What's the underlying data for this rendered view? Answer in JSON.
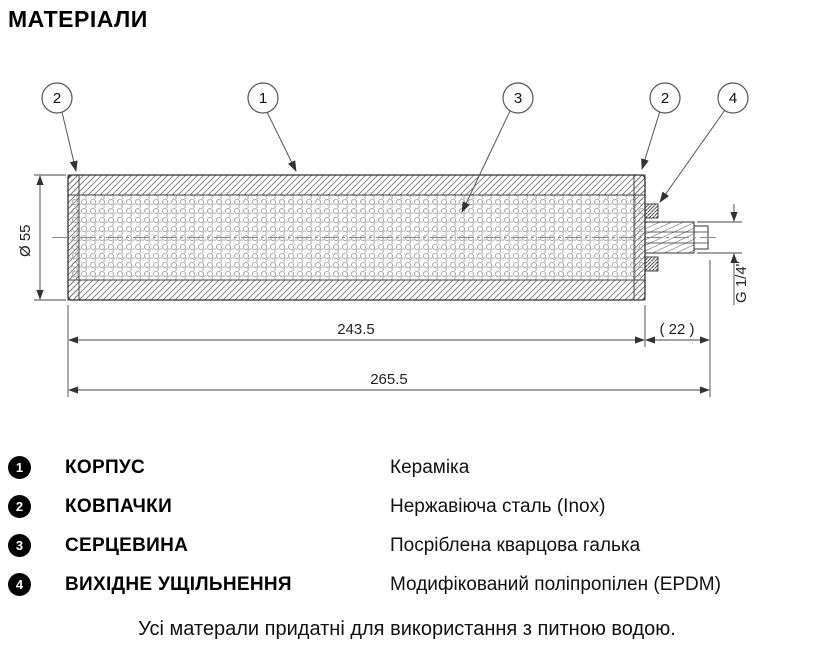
{
  "title": "МАТЕРІАЛИ",
  "drawing": {
    "callouts": [
      "2",
      "1",
      "3",
      "2",
      "4"
    ],
    "dimensions": {
      "diameter": "Ø 55",
      "body_length": "243.5",
      "outlet_length": "( 22 )",
      "total_length": "265.5",
      "thread": "G 1/4\""
    }
  },
  "legend": {
    "items": [
      {
        "num": "1",
        "name": "КОРПУС",
        "material": "Кераміка"
      },
      {
        "num": "2",
        "name": "КОВПАЧКИ",
        "material": "Нержавіюча сталь (Inox)"
      },
      {
        "num": "3",
        "name": "СЕРЦЕВИНА",
        "material": "Посріблена кварцова галька"
      },
      {
        "num": "4",
        "name": "ВИХІДНЕ УЩІЛЬНЕННЯ",
        "material": "Модифікований поліпропілен (EPDM)"
      }
    ]
  },
  "note": "Усі матерали придатні для використання з питною водою."
}
